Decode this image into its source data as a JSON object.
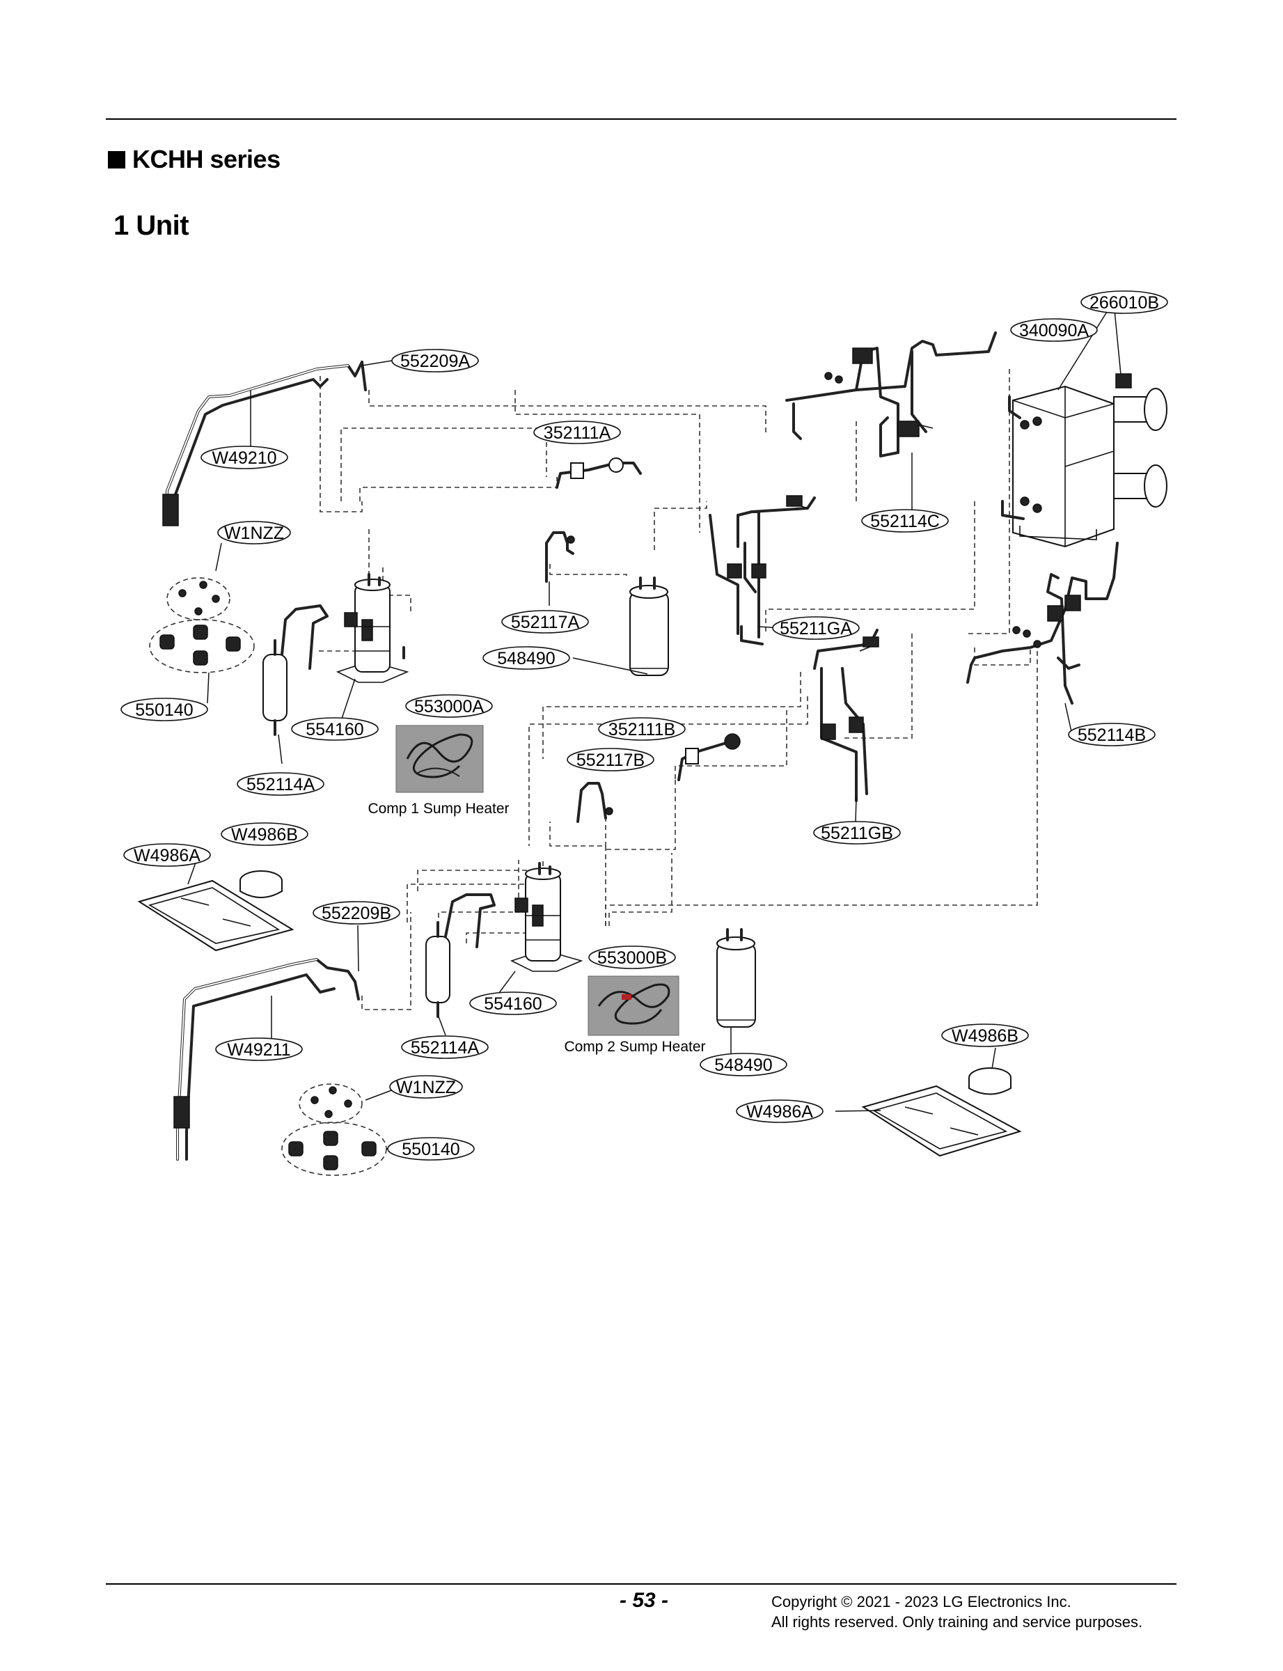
{
  "header": {
    "series_title": "KCHH series",
    "unit_title": "1 Unit"
  },
  "callouts": [
    {
      "id": "266010B",
      "text": "266010B"
    },
    {
      "id": "340090A",
      "text": "340090A"
    },
    {
      "id": "552209A",
      "text": "552209A"
    },
    {
      "id": "352111A",
      "text": "352111A"
    },
    {
      "id": "W49210",
      "text": "W49210"
    },
    {
      "id": "W1NZZ_1",
      "text": "W1NZZ"
    },
    {
      "id": "552114C",
      "text": "552114C"
    },
    {
      "id": "552117A",
      "text": "552117A"
    },
    {
      "id": "55211GA",
      "text": "55211GA"
    },
    {
      "id": "548490_1",
      "text": "548490"
    },
    {
      "id": "550140_1",
      "text": "550140"
    },
    {
      "id": "553000A",
      "text": "553000A"
    },
    {
      "id": "554160_1",
      "text": "554160"
    },
    {
      "id": "352111B",
      "text": "352111B"
    },
    {
      "id": "552114B",
      "text": "552114B"
    },
    {
      "id": "552117B",
      "text": "552117B"
    },
    {
      "id": "552114A_1",
      "text": "552114A"
    },
    {
      "id": "W4986B_1",
      "text": "W4986B"
    },
    {
      "id": "55211GB",
      "text": "55211GB"
    },
    {
      "id": "W4986A_1",
      "text": "W4986A"
    },
    {
      "id": "552209B",
      "text": "552209B"
    },
    {
      "id": "553000B",
      "text": "553000B"
    },
    {
      "id": "554160_2",
      "text": "554160"
    },
    {
      "id": "W49211",
      "text": "W49211"
    },
    {
      "id": "552114A_2",
      "text": "552114A"
    },
    {
      "id": "548490_2",
      "text": "548490"
    },
    {
      "id": "W4986B_2",
      "text": "W4986B"
    },
    {
      "id": "W1NZZ_2",
      "text": "W1NZZ"
    },
    {
      "id": "W4986A_2",
      "text": "W4986A"
    },
    {
      "id": "550140_2",
      "text": "550140"
    }
  ],
  "captions": {
    "comp1": "Comp 1 Sump Heater",
    "comp2": "Comp 2 Sump Heater"
  },
  "footer": {
    "page_number": "- 53 -",
    "copyright_line1": "Copyright © 2021 - 2023 LG Electronics Inc.",
    "copyright_line2": "All rights reserved. Only training and service purposes."
  }
}
